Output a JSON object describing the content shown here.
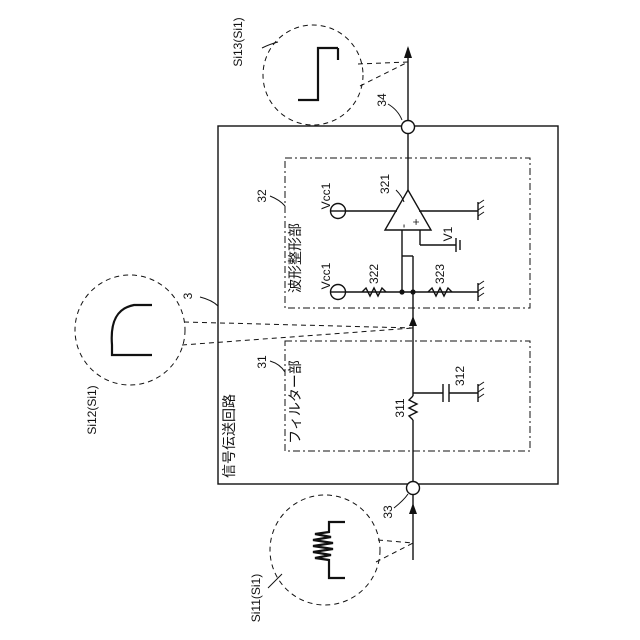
{
  "labels": {
    "circuit": "3",
    "circuit_title": "信号伝送回路",
    "filter_ref": "31",
    "filter_title": "フィルター部",
    "shaper_ref": "32",
    "shaper_title": "波形整形部",
    "input_terminal": "33",
    "output_terminal": "34",
    "resistor_311": "311",
    "capacitor_312": "312",
    "comparator": "321",
    "resistor_322": "322",
    "resistor_323": "323",
    "vcc_left": "Vcc1",
    "vcc_right": "Vcc1",
    "v1": "V1",
    "minus": "-",
    "plus": "+",
    "sig_in": "Si11(Si1)",
    "sig_mid": "Si12(Si1)",
    "sig_out": "Si13(Si1)"
  }
}
